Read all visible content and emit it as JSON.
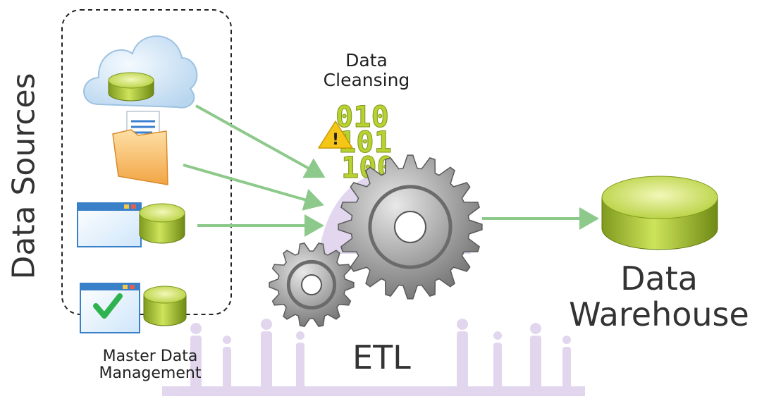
{
  "labels": {
    "data_sources": "Data Sources",
    "data_cleansing": [
      "Data",
      "Cleansing"
    ],
    "master_data_management": [
      "Master Data",
      "Management"
    ],
    "etl": "ETL",
    "data_warehouse": [
      "Data",
      "Warehouse"
    ]
  },
  "binary_digits": [
    "010",
    "101",
    "100"
  ],
  "colors": {
    "arrow": "#8cc98a",
    "cylinder": "#b3cf3a",
    "binary": "#b8d232",
    "gear": "#9a9a9a",
    "watermark": "#cbb6e2",
    "warning": "#f5c518",
    "checkmark": "#2eb34f"
  }
}
